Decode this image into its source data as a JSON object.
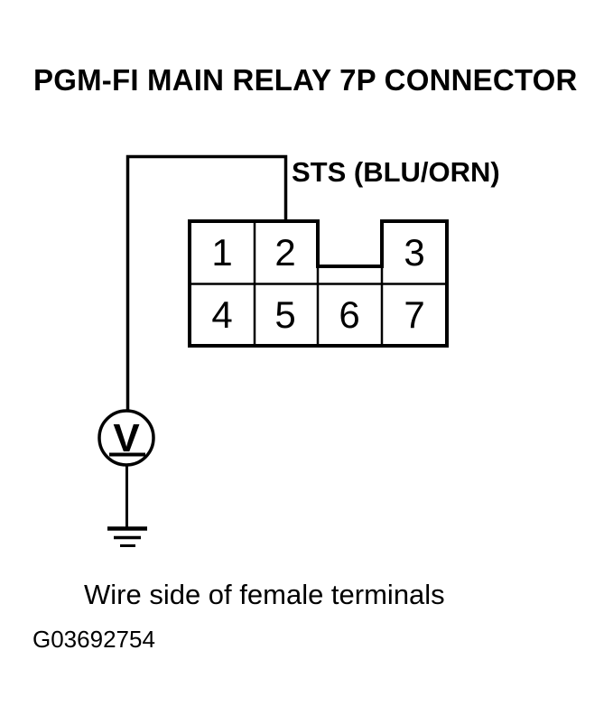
{
  "title": "PGM-FI MAIN RELAY 7P CONNECTOR",
  "signal_label": "STS (BLU/ORN)",
  "connector": {
    "pins": [
      "1",
      "2",
      "3",
      "4",
      "5",
      "6",
      "7"
    ]
  },
  "voltmeter": {
    "symbol": "V"
  },
  "caption": "Wire side of female terminals",
  "figure_id": "G03692754",
  "colors": {
    "ink": "#000000",
    "paper": "#ffffff"
  }
}
